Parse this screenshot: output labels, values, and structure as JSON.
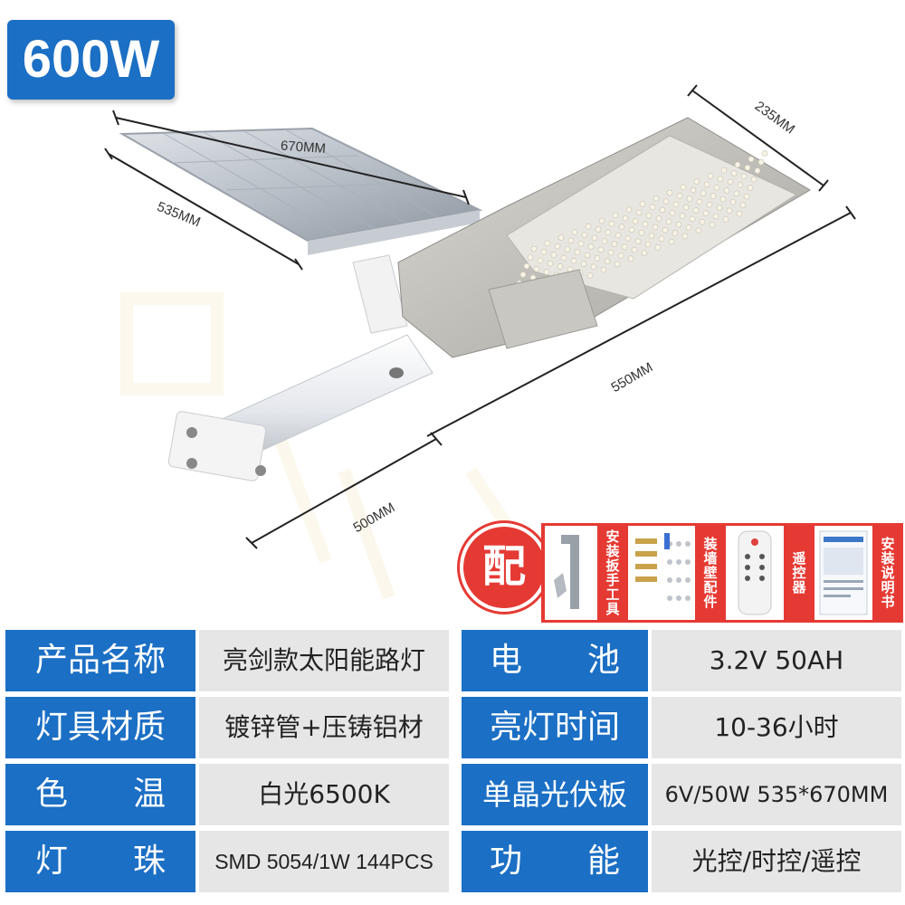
{
  "title": {
    "wattage": "600W"
  },
  "dimensions": {
    "panel_length": "670MM",
    "panel_width": "535MM",
    "lamp_width": "235MM",
    "lamp_length": "550MM",
    "arm_length": "500MM"
  },
  "accessories": {
    "badge": "配",
    "items": [
      {
        "label": "安装扳手工具",
        "icon": "wrench-icon"
      },
      {
        "label": "装墙壁配件",
        "icon": "screws-icon"
      },
      {
        "label": "遥控器",
        "icon": "remote-icon"
      },
      {
        "label": "安装说明书",
        "icon": "manual-icon"
      }
    ]
  },
  "specs": {
    "left": [
      {
        "key": "产品名称",
        "value": "亮剑款太阳能路灯"
      },
      {
        "key": "灯具材质",
        "value": "镀锌管+压铸铝材"
      },
      {
        "key": "色　　温",
        "value": "白光6500K"
      },
      {
        "key": "灯　　珠",
        "value": "SMD 5054/1W 144PCS"
      }
    ],
    "right": [
      {
        "key": "电　　池",
        "value": "3.2V 50AH"
      },
      {
        "key": "亮灯时间",
        "value": "10-36小时"
      },
      {
        "key": "单晶光伏板",
        "value": "6V/50W 535*670MM"
      },
      {
        "key": "功　　能",
        "value": "光控/时控/遥控"
      }
    ]
  },
  "colors": {
    "key_bg": "#1b6fc4",
    "value_bg": "#e6e6e6",
    "accent_red": "#e53a33"
  }
}
